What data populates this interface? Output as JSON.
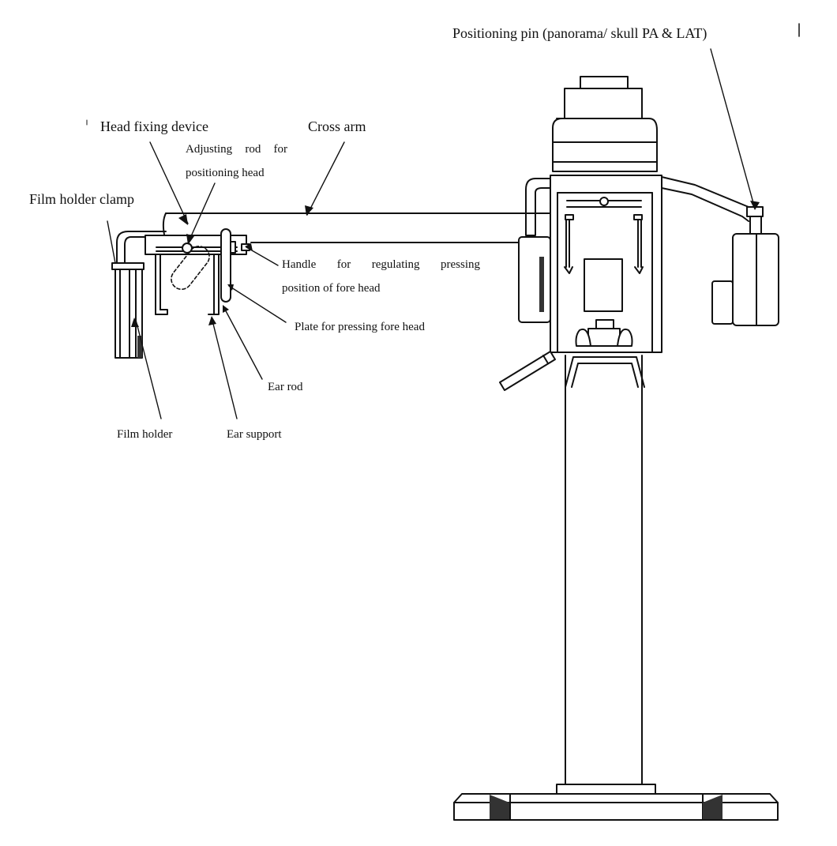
{
  "labels": {
    "positioning_pin": "Positioning pin (panorama/ skull PA & LAT)",
    "head_fixing_device": "Head fixing device",
    "cross_arm": "Cross arm",
    "adjusting_rod_line1": "Adjusting rod for",
    "adjusting_rod_line2": "positioning head",
    "film_holder_clamp": "Film holder clamp",
    "handle_line1": "Handle for regulating pressing",
    "handle_line2": "position of fore head",
    "plate": "Plate for pressing fore head",
    "ear_rod": "Ear rod",
    "film_holder": "Film holder",
    "ear_support": "Ear support"
  },
  "colors": {
    "ink": "#111111",
    "paper": "#ffffff",
    "shade": "#333333"
  }
}
